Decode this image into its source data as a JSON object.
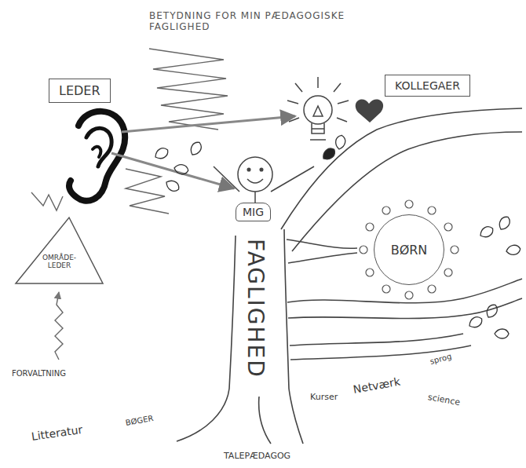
{
  "diagram": {
    "title": "BETYDNING FOR MIN PÆDAGOGISKE FAGLIGHED",
    "nodes": [
      {
        "text": [
          "LEDER"
        ]
      },
      {
        "text": [
          "KOLLEGAER"
        ]
      },
      {
        "text": [
          "MIG"
        ]
      },
      {
        "text": [
          "OMRÅDE- LEDER"
        ]
      },
      {
        "text": [
          "BØRN"
        ]
      }
    ],
    "labels": [
      "FAGLIGHED",
      "FORVALTNING",
      "Litteratur",
      "BØGER",
      "Kurser",
      "Netværk",
      "sprog",
      "science",
      "TALEPÆDAGOG"
    ]
  }
}
